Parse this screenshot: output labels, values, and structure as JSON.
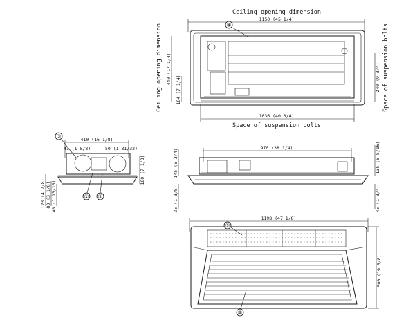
{
  "labels": {
    "ceiling_opening_top": "Ceiling opening dimension",
    "ceiling_opening_side": "Ceiling opening dimension",
    "space_bolts_bottom": "Space of suspension bolts",
    "space_bolts_side": "Space of suspension bolts"
  },
  "dims": {
    "d1150": "1150 (45 1/4)",
    "d440": "440 (17 1/4)",
    "d184": "184 (7 1/4)",
    "d240": "240 (9 3/4)",
    "d1036": "1036 (40 3/4)",
    "d410": "410 (16 1/8)",
    "d41": "41 (1 5/8)",
    "d50": "50 (1 31/32)",
    "d123": "123 (4 7/8)",
    "d80": "80 (3 1/8)",
    "d46": "46 (1 13/16)",
    "d180": "180 (7 1/8)",
    "d970": "970 (38 1/4)",
    "d145": "145 (5 3/4)",
    "d35": "35 (1 3/8)",
    "d135": "135 (5 5/16)",
    "d45": "45 (1 3/4)",
    "d1198": "1198 (47 1/8)",
    "d500": "500 (19 5/8)"
  },
  "callouts": [
    "①",
    "②",
    "③",
    "④",
    "⑤",
    "⑥"
  ]
}
